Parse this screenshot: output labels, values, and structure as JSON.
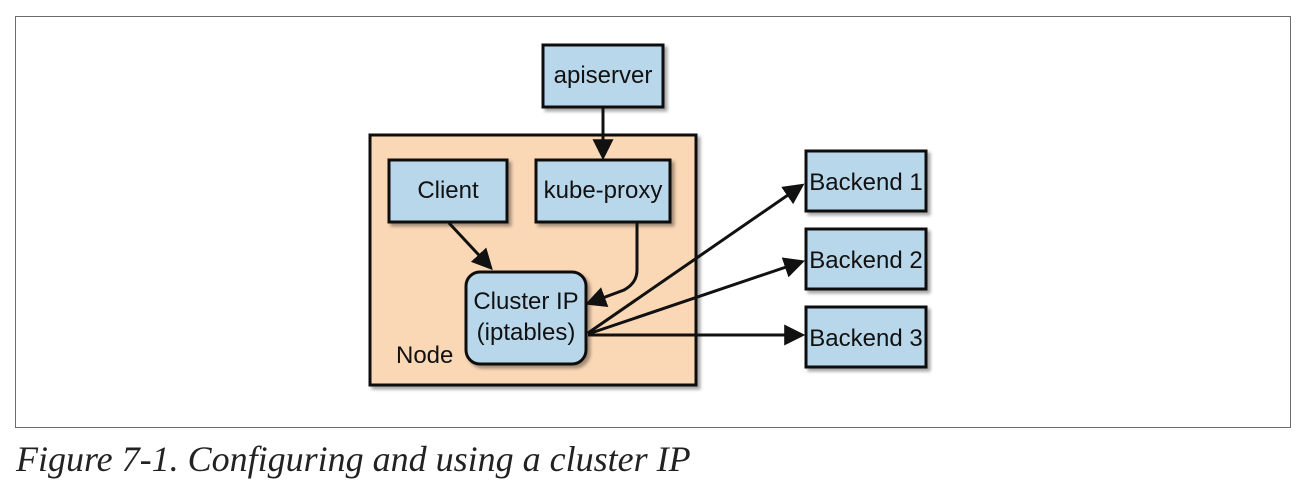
{
  "diagram": {
    "apiserver": "apiserver",
    "node_label": "Node",
    "client": "Client",
    "kube_proxy": "kube-proxy",
    "cluster_ip_line1": "Cluster IP",
    "cluster_ip_line2": "(iptables)",
    "backend_1": "Backend 1",
    "backend_2": "Backend 2",
    "backend_3": "Backend 3"
  },
  "caption": "Figure 7-1. Configuring and using a cluster IP",
  "colors": {
    "box_fill": "#b9d7ea",
    "node_fill": "#fad7b5",
    "stroke": "#111111"
  }
}
